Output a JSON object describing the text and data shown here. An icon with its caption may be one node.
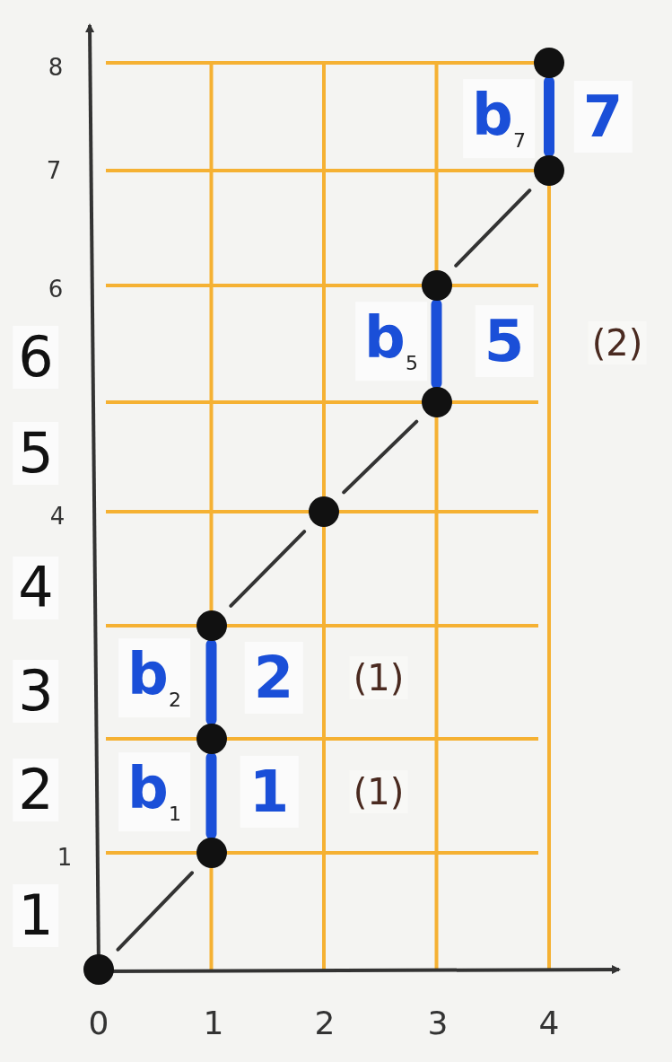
{
  "diagram": {
    "nodes": [
      {
        "text": [],
        "shape": "circle"
      },
      {
        "text": [],
        "shape": "circle"
      },
      {
        "text": [],
        "shape": "circle"
      },
      {
        "text": [],
        "shape": "circle"
      },
      {
        "text": [],
        "shape": "circle"
      },
      {
        "text": [],
        "shape": "circle"
      },
      {
        "text": [],
        "shape": "circle"
      },
      {
        "text": [],
        "shape": "circle"
      },
      {
        "text": [],
        "shape": "circle"
      }
    ],
    "edges": [
      {
        "from": 0,
        "to": 1,
        "arrow": "none"
      },
      {
        "from": 1,
        "to": 2,
        "arrow": "none",
        "style": "thick",
        "color": "#1a4fd8"
      },
      {
        "from": 2,
        "to": 3,
        "arrow": "none",
        "style": "thick",
        "color": "#1a4fd8"
      },
      {
        "from": 3,
        "to": 4,
        "arrow": "none"
      },
      {
        "from": 4,
        "to": 5,
        "arrow": "none"
      },
      {
        "from": 5,
        "to": 6,
        "arrow": "none",
        "style": "thick",
        "color": "#1a4fd8"
      },
      {
        "from": 6,
        "to": 7,
        "arrow": "none"
      },
      {
        "from": 7,
        "to": 8,
        "arrow": "none",
        "style": "thick",
        "color": "#1a4fd8"
      }
    ],
    "labels": [
      "8",
      "7",
      "6",
      "4",
      "1",
      "6",
      "5",
      "4",
      "3",
      "2",
      "1",
      "b$_{7}$",
      "7",
      "b$_{5}$",
      "5",
      "(2)",
      "b$_{2}$",
      "2",
      "(1)",
      "b$_{1}$",
      "1",
      "(1)",
      "0",
      "1",
      "2",
      "3",
      "4"
    ]
  }
}
